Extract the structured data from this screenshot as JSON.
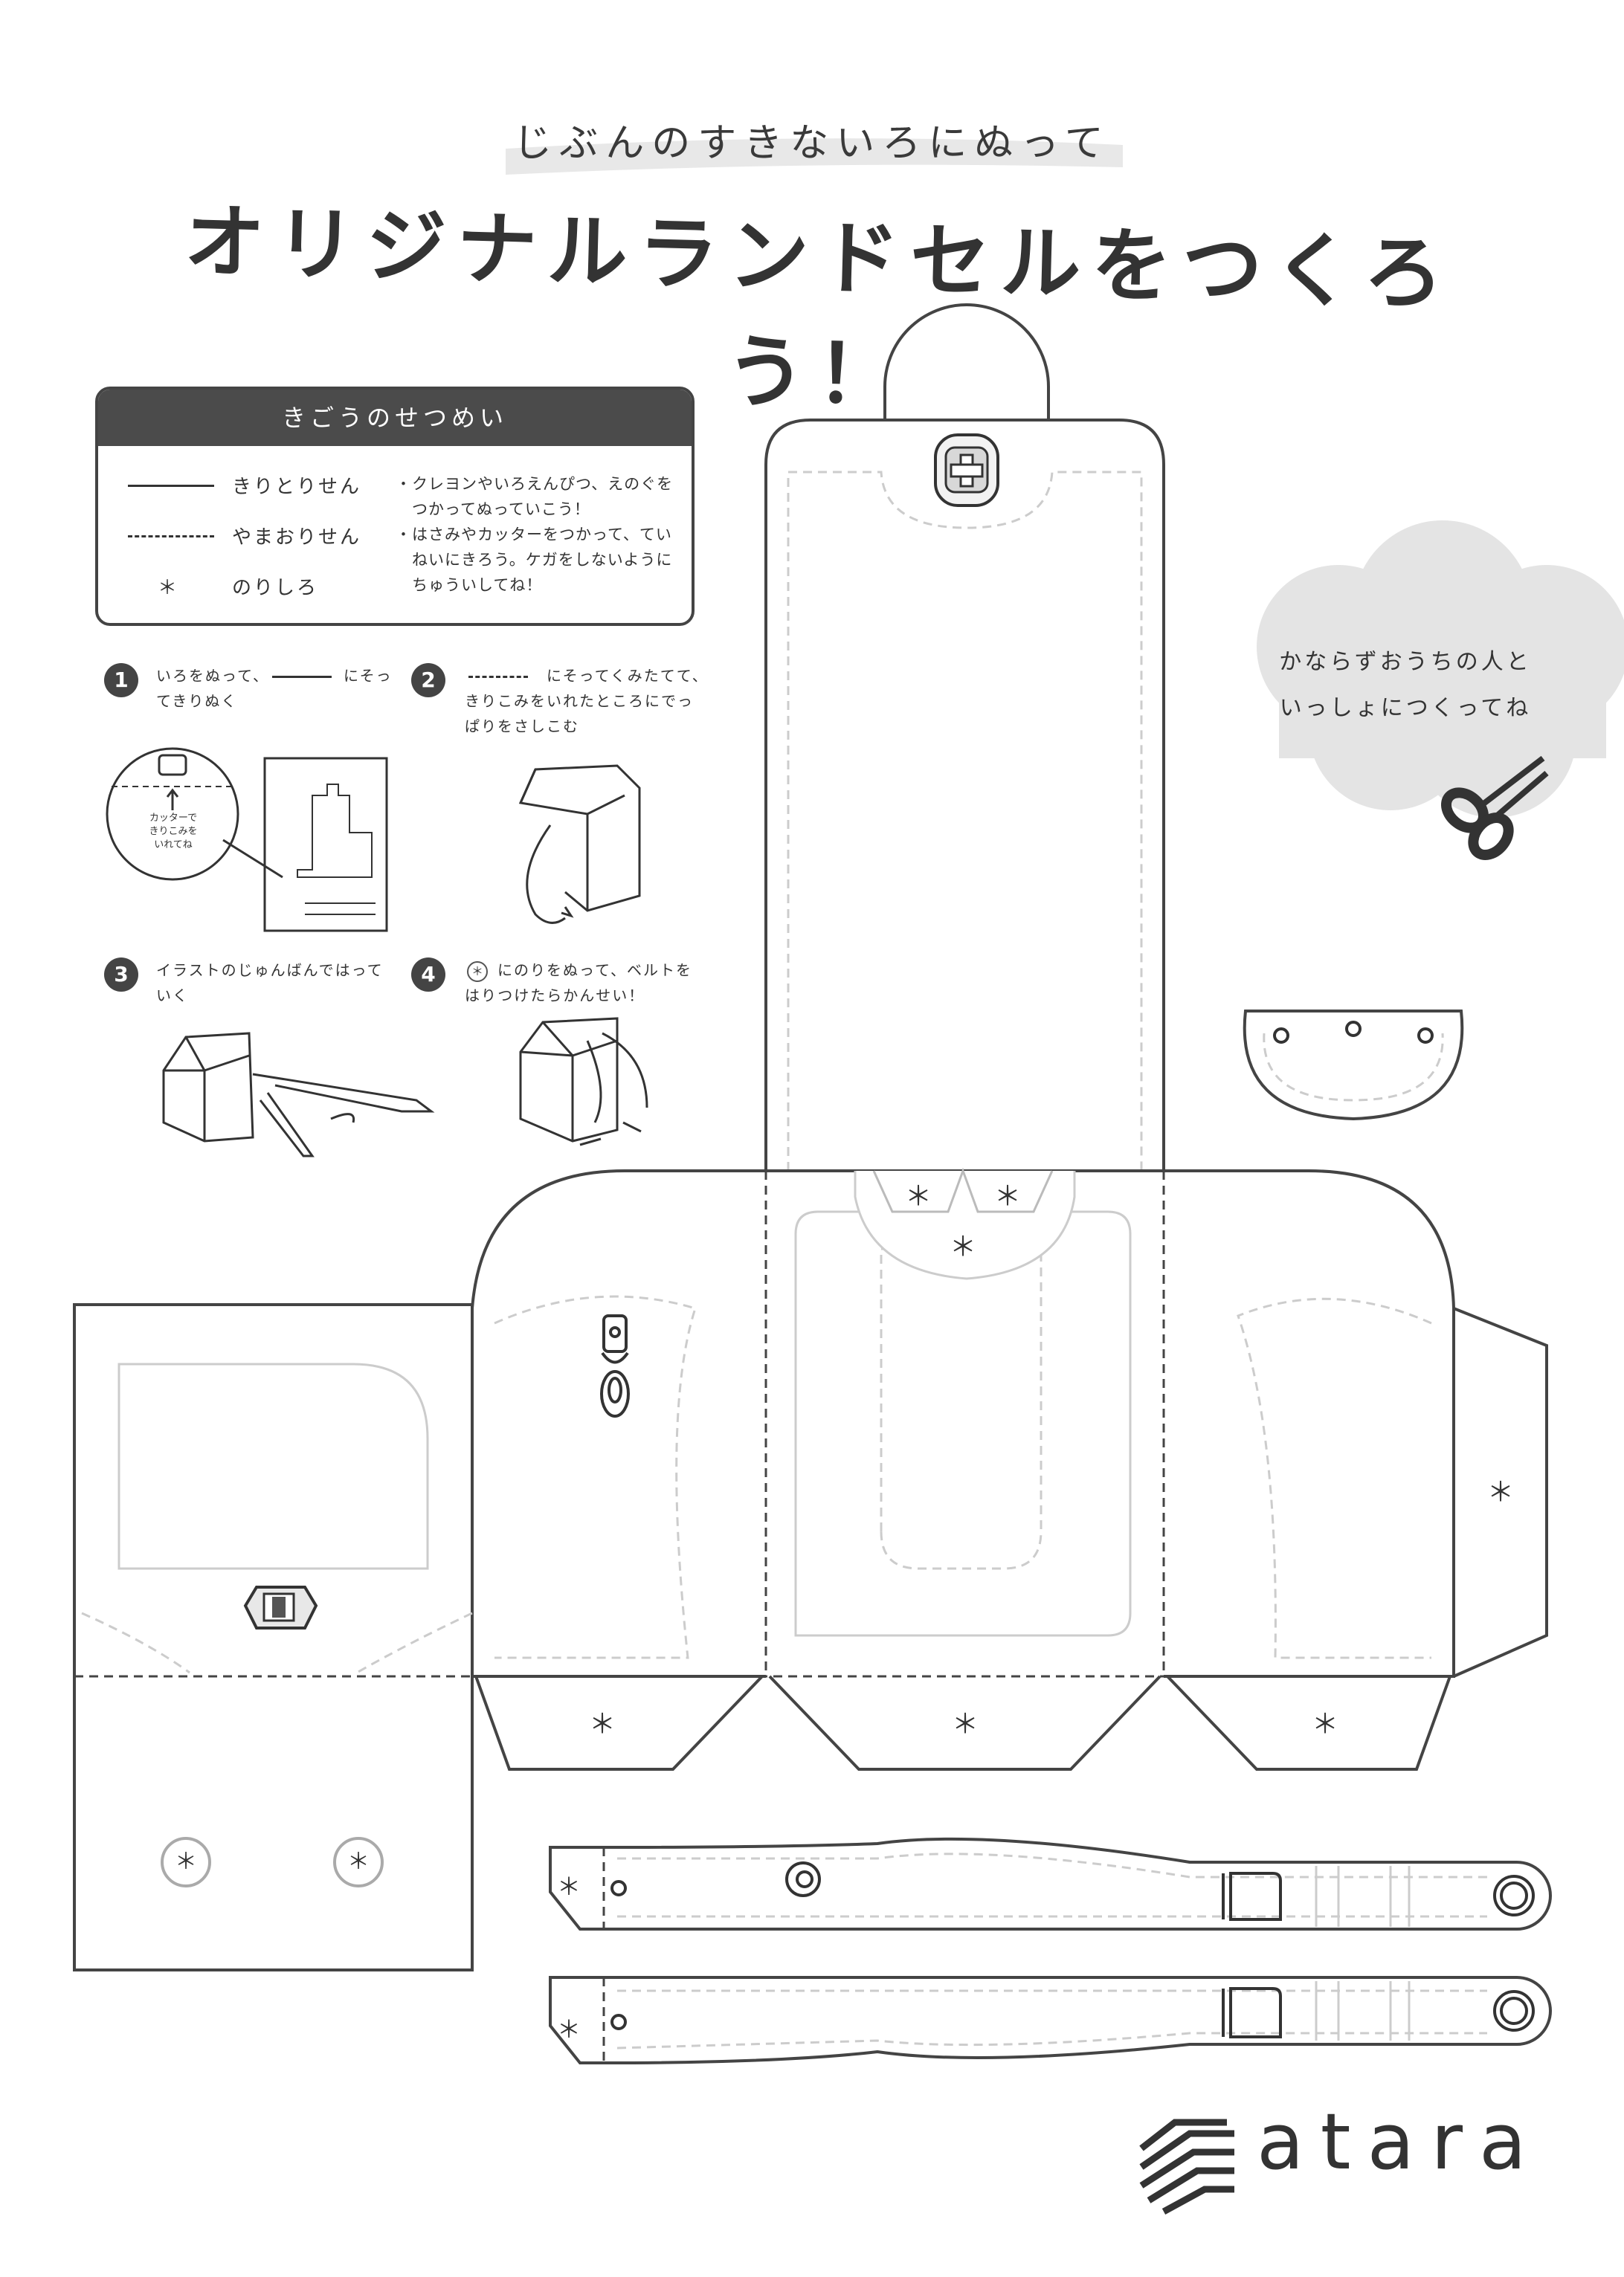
{
  "header": {
    "subtitle": "じぶんのすきないろにぬって",
    "title": "オリジナルランドセルをつくろう！"
  },
  "legend": {
    "title": "きごうのせつめい",
    "items": [
      {
        "label": "きりとりせん"
      },
      {
        "label": "やまおりせん"
      },
      {
        "symbol": "＊",
        "label": "のりしろ"
      }
    ],
    "notes": [
      "・クレヨンやいろえんぴつ、えのぐを",
      "　つかってぬっていこう！",
      "・はさみやカッターをつかって、てい",
      "　ねいにきろう。ケガをしないように",
      "　ちゅういしてね！"
    ]
  },
  "steps": [
    {
      "num": "1",
      "line1": "いろをぬって、　　　　　にそっ",
      "line2": "てきりぬく"
    },
    {
      "num": "2",
      "line1": "　　　　　にそってくみたてて、",
      "line2": "きりこみをいれたところにでっ",
      "line3": "ぱりをさしこむ"
    },
    {
      "num": "3",
      "line1": "イラストのじゅんばんではって",
      "line2": "いく"
    },
    {
      "num": "4",
      "line1": "　　にのりをぬって、ベルトを",
      "line2": "はりつけたらかんせい！"
    }
  ],
  "callout": {
    "line1": "カッターで",
    "line2": "きりこみを",
    "line3": "いれてね"
  },
  "cloud": {
    "line1": "かならずおうちの人と",
    "line2": "いっしょにつくってね"
  },
  "glue_mark": "＊",
  "logo": {
    "text": "atara"
  }
}
